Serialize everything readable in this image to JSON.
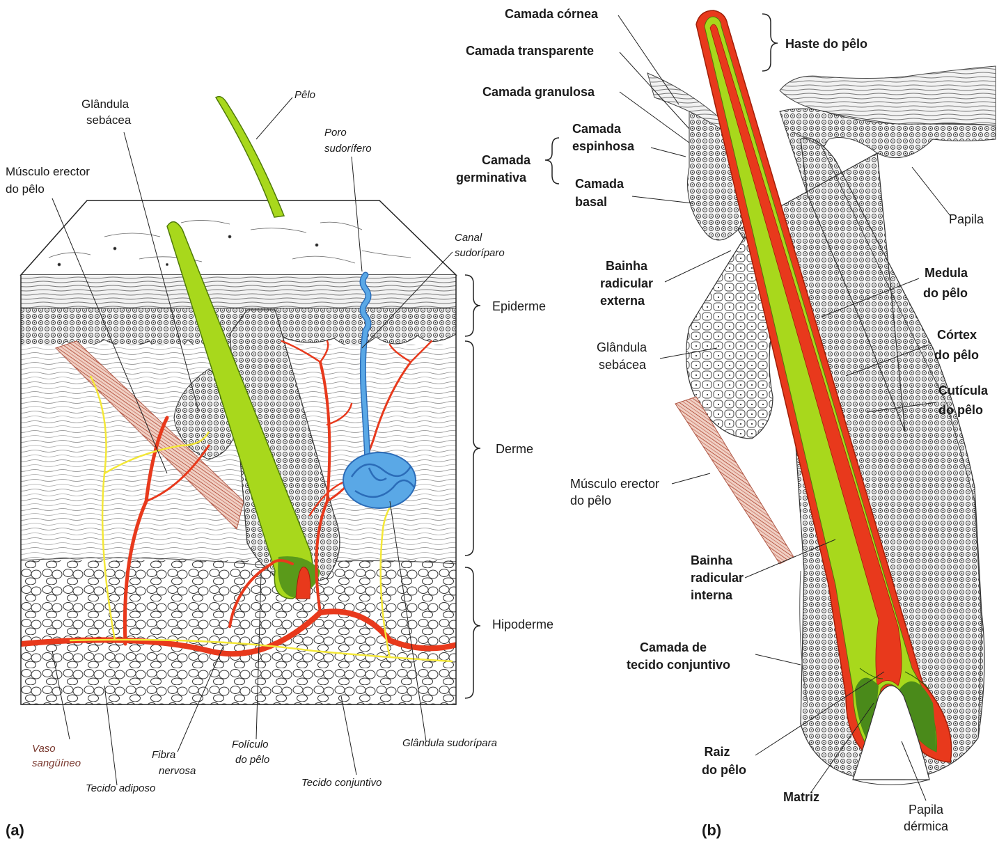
{
  "colors": {
    "hair": "#a8d81c",
    "hair_dark": "#6a9c12",
    "blood_vessel": "#e8391c",
    "sweat_gland": "#5aa8e6",
    "nerve": "#f4e838",
    "muscle": "#c87060",
    "tissue_line": "#333333"
  },
  "panel_a": {
    "letter": "(a)",
    "labels": {
      "pelo": "Pêlo",
      "glandula_sebacea_1": "Glândula",
      "glandula_sebacea_2": "sebácea",
      "poro_1": "Poro",
      "poro_2": "sudorífero",
      "musculo_1": "Músculo erector",
      "musculo_2": "do pêlo",
      "canal_1": "Canal",
      "canal_2": "sudoríparo",
      "epiderme": "Epiderme",
      "derme": "Derme",
      "hipoderme": "Hipoderme",
      "vaso_1": "Vaso",
      "vaso_2": "sangüíneo",
      "tecido_adiposo": "Tecido adiposo",
      "fibra_1": "Fibra",
      "fibra_2": "nervosa",
      "foliculo_1": "Folículo",
      "foliculo_2": "do pêlo",
      "tecido_conjuntivo": "Tecido conjuntivo",
      "glandula_sudoripara": "Glândula sudorípara"
    }
  },
  "panel_b": {
    "letter": "(b)",
    "labels": {
      "cornea": "Camada córnea",
      "transparente": "Camada transparente",
      "granulosa": "Camada granulosa",
      "espinhosa_1": "Camada",
      "espinhosa_2": "espinhosa",
      "germinativa_1": "Camada",
      "germinativa_2": "germinativa",
      "basal_1": "Camada",
      "basal_2": "basal",
      "haste": "Haste do pêlo",
      "papila": "Papila",
      "bre_1": "Bainha",
      "bre_2": "radicular",
      "bre_3": "externa",
      "medula_1": "Medula",
      "medula_2": "do pêlo",
      "cortex_1": "Córtex",
      "cortex_2": "do pêlo",
      "gland_1": "Glândula",
      "gland_2": "sebácea",
      "cuticula_1": "Cutícula",
      "cuticula_2": "do pêlo",
      "musculo_1": "Músculo erector",
      "musculo_2": "do pêlo",
      "bri_1": "Bainha",
      "bri_2": "radicular",
      "bri_3": "interna",
      "conj_1": "Camada de",
      "conj_2": "tecido conjuntivo",
      "raiz_1": "Raiz",
      "raiz_2": "do pêlo",
      "matriz": "Matriz",
      "papila_derm_1": "Papila",
      "papila_derm_2": "dérmica"
    }
  }
}
